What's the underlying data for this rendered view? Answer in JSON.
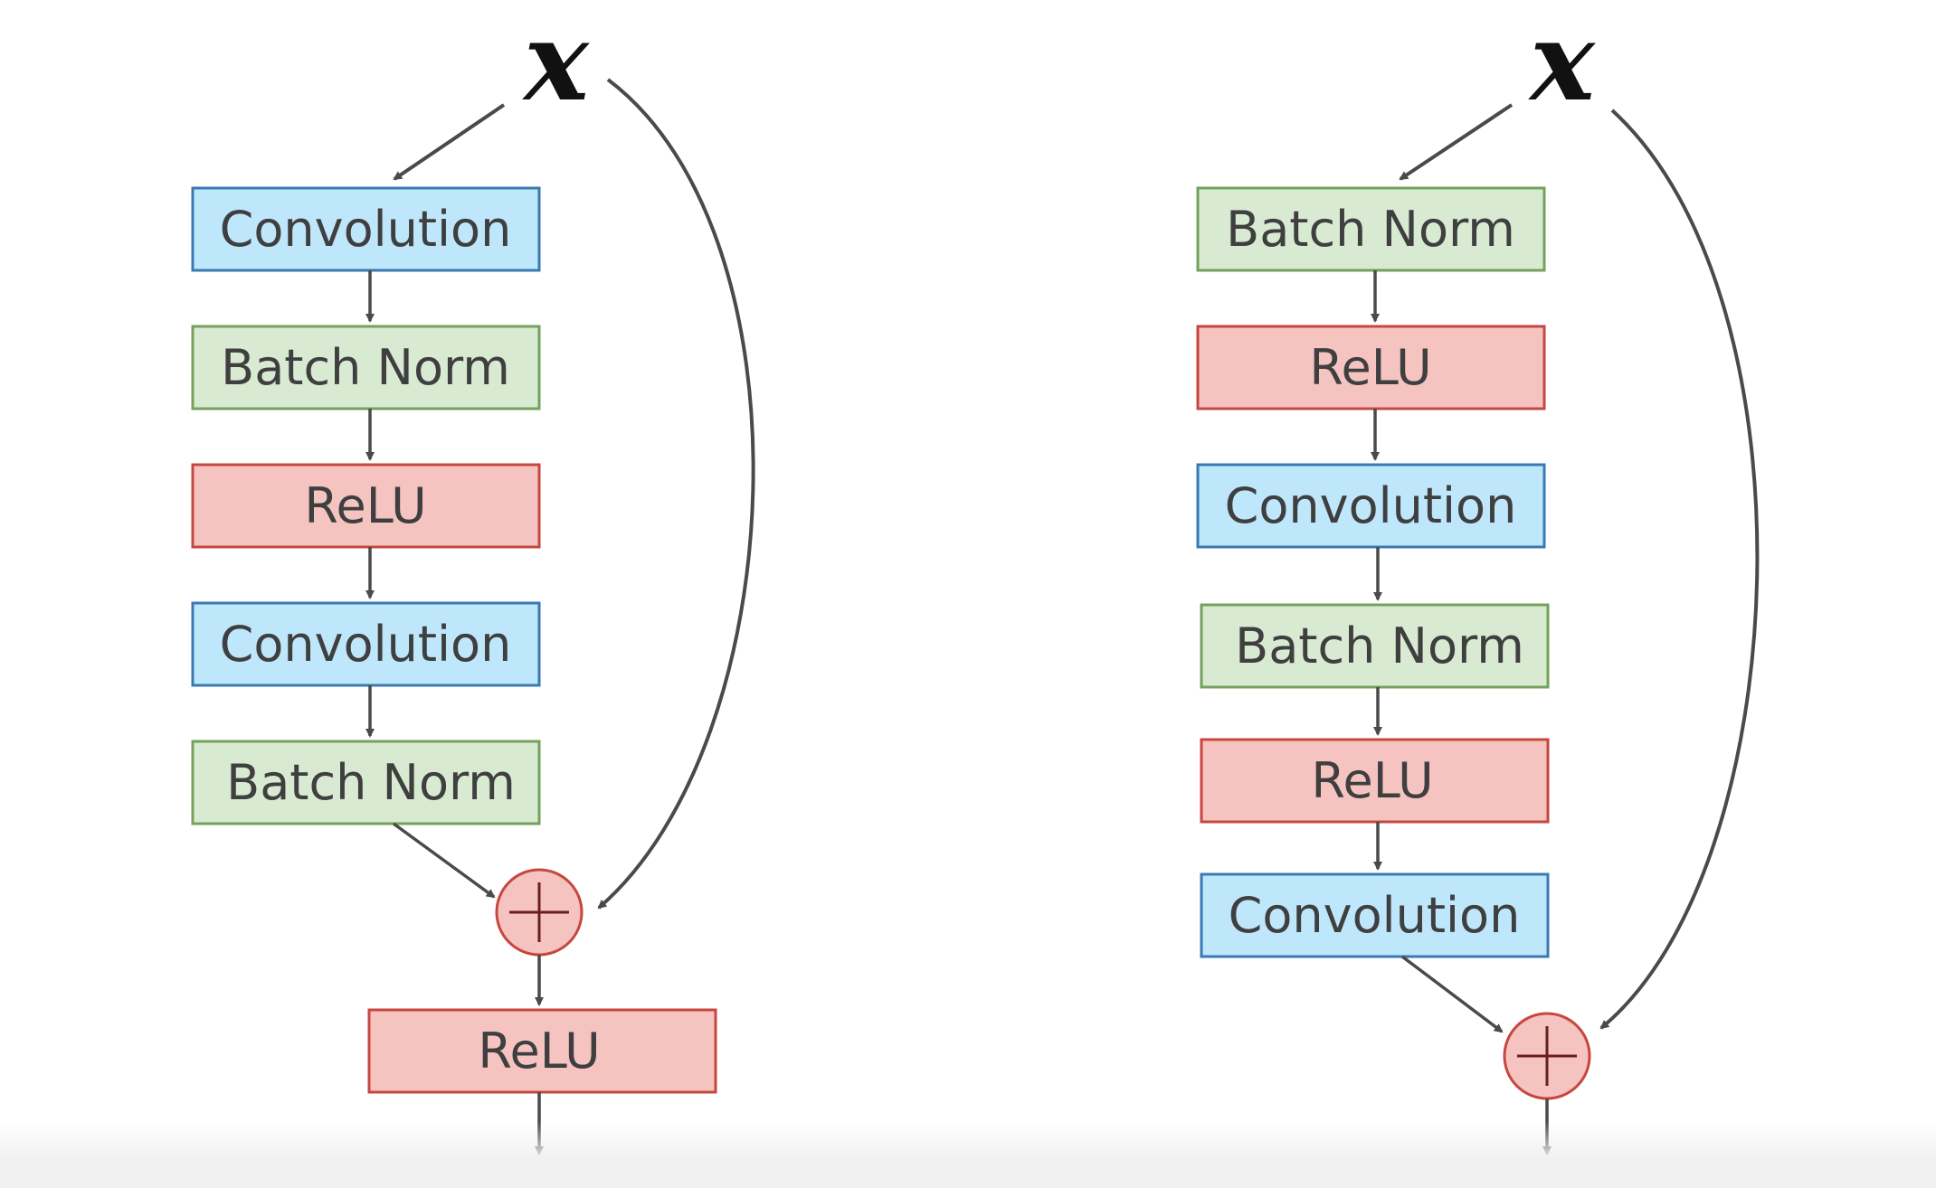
{
  "diagram": {
    "colors": {
      "convolution": "#bfe7fb",
      "convolution_border": "#3a7ab3",
      "batch_norm": "#d9ead3",
      "batch_norm_border": "#73a25c",
      "relu": "#f5c4c1",
      "relu_border": "#c6473f",
      "arrow": "#4a4a4a"
    },
    "left_block": {
      "input_label": "x",
      "layers": [
        {
          "label": "Convolution",
          "kind": "convolution"
        },
        {
          "label": "Batch Norm",
          "kind": "batch_norm"
        },
        {
          "label": "ReLU",
          "kind": "relu"
        },
        {
          "label": "Convolution",
          "kind": "convolution"
        },
        {
          "label": "Batch Norm",
          "kind": "batch_norm"
        }
      ],
      "add_symbol": "+",
      "output_layer": {
        "label": "ReLU",
        "kind": "relu"
      }
    },
    "right_block": {
      "input_label": "x",
      "layers": [
        {
          "label": "Batch Norm",
          "kind": "batch_norm"
        },
        {
          "label": "ReLU",
          "kind": "relu"
        },
        {
          "label": "Convolution",
          "kind": "convolution"
        },
        {
          "label": "Batch Norm",
          "kind": "batch_norm"
        },
        {
          "label": "ReLU",
          "kind": "relu"
        },
        {
          "label": "Convolution",
          "kind": "convolution"
        }
      ],
      "add_symbol": "+"
    }
  }
}
